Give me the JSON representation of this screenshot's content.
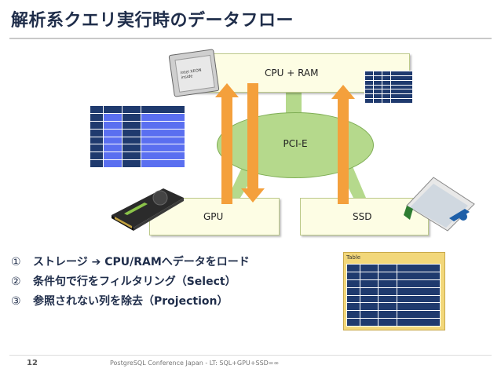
{
  "title": "解析系クエリ実行時のデータフロー",
  "diagram": {
    "cpu_label": "CPU + RAM",
    "gpu_label": "GPU",
    "ssd_label": "SSD",
    "pcie_label": "PCI-E",
    "table_label": "Table",
    "cpu_chip_text": "Intel XEON inside"
  },
  "bullets": [
    {
      "num": "①",
      "text": "ストレージ ➔ CPU/RAMへデータをロード"
    },
    {
      "num": "②",
      "text": "条件句で行をフィルタリング（Select）"
    },
    {
      "num": "③",
      "text": "参照されない列を除去（Projection）"
    }
  ],
  "footer": {
    "page": "12",
    "text": "PostgreSQL Conference Japan - LT: SQL+GPU+SSD=∞"
  },
  "colors": {
    "arrow": "#f4a03c",
    "link": "#b5d98c",
    "box_fill": "#fdfde4",
    "table_dark": "#1f3a6e",
    "table_highlight": "#5a6ff0"
  }
}
